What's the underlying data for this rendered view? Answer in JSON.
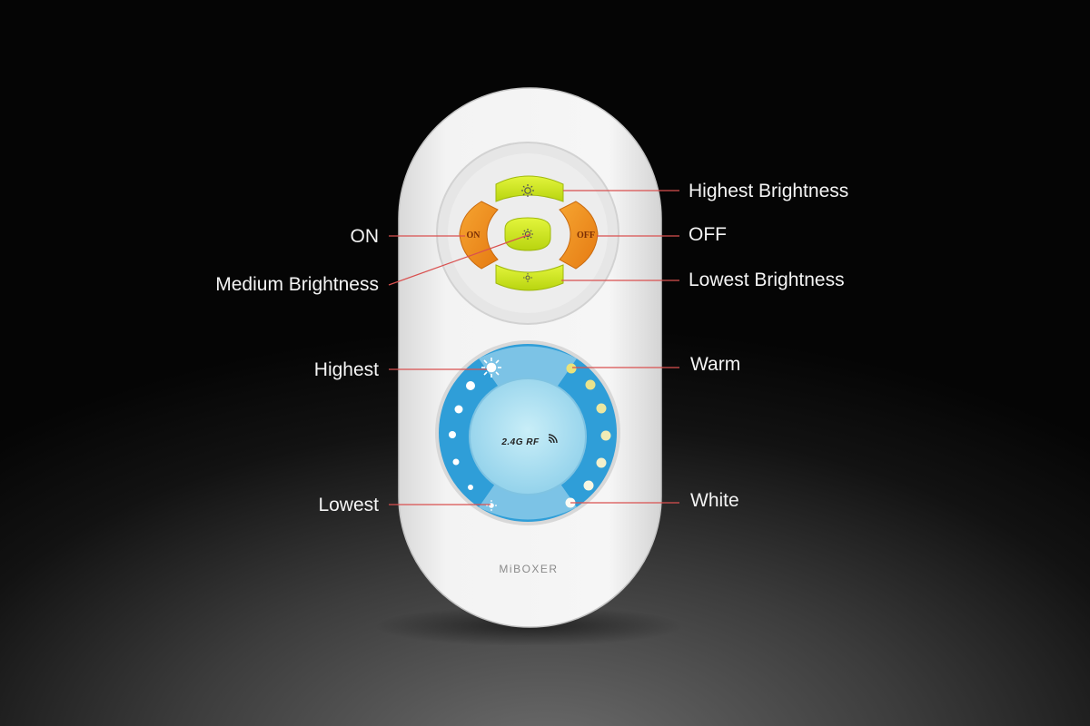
{
  "colors": {
    "leader_line": "#d9504f",
    "body": "#efefef",
    "brightness_key": "#cfe61c",
    "power_key": "#f08c1e",
    "wheel_ring": "#2f9ed8",
    "wheel_center": "#aedff0"
  },
  "icons": {
    "brightness": "sun-icon",
    "signal": "wifi-signal-icon"
  },
  "remote": {
    "on_label": "ON",
    "off_label": "OFF",
    "center_text": "2.4G RF",
    "brand": "MiBOXER"
  },
  "callouts": {
    "highest_brightness": "Highest Brightness",
    "on": "ON",
    "off": "OFF",
    "medium_brightness": "Medium Brightness",
    "lowest_brightness": "Lowest Brightness",
    "highest": "Highest",
    "warm": "Warm",
    "lowest": "Lowest",
    "white": "White"
  }
}
